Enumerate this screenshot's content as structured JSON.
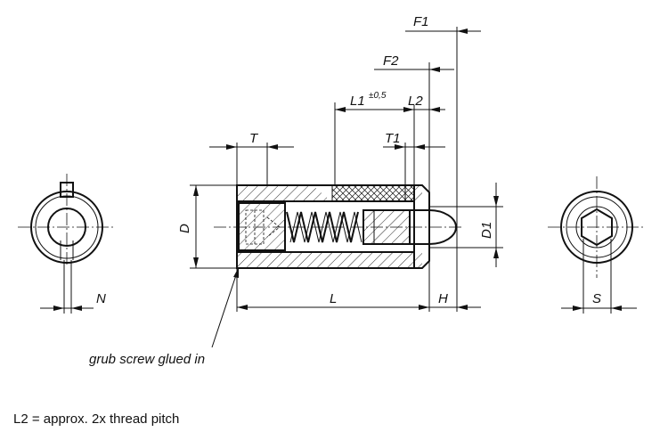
{
  "labels": {
    "F1": "F1",
    "F2": "F2",
    "L1": "L1",
    "L1_tol": "±0,5",
    "L2": "L2",
    "T": "T",
    "T1": "T1",
    "D": "D",
    "D1": "D1",
    "N": "N",
    "L": "L",
    "H": "H",
    "S": "S"
  },
  "callout": "grub screw glued in",
  "footnote": "L2 = approx. 2x thread pitch"
}
